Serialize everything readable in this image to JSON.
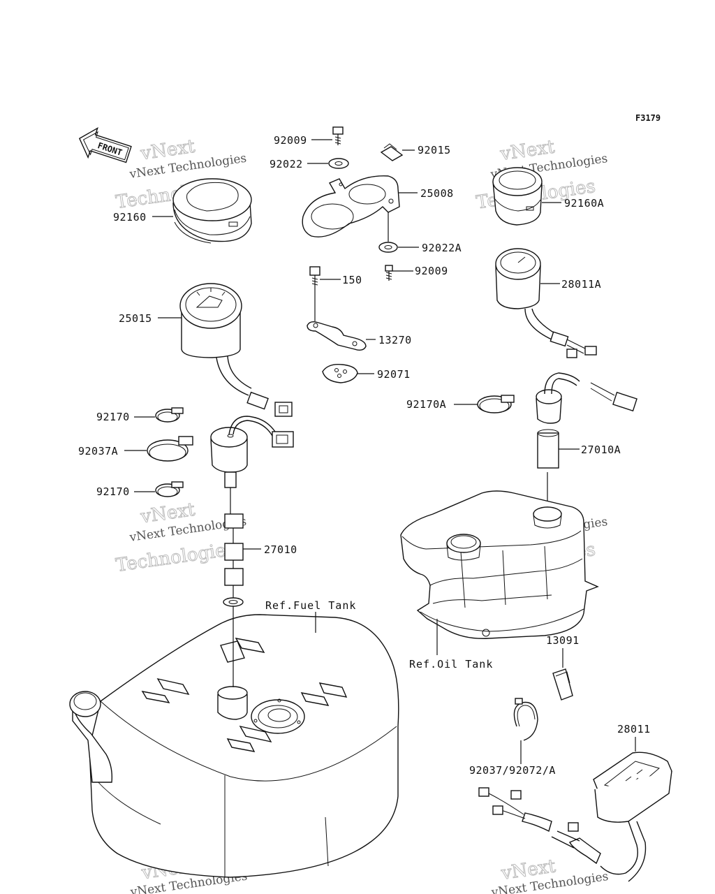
{
  "figure_code": "F3179",
  "front_label": "FRONT",
  "part_labels": [
    {
      "id": "p92009a",
      "text": "92009"
    },
    {
      "id": "p92015",
      "text": "92015"
    },
    {
      "id": "p92022",
      "text": "92022"
    },
    {
      "id": "p25008",
      "text": "25008"
    },
    {
      "id": "p92160",
      "text": "92160"
    },
    {
      "id": "p92160A",
      "text": "92160A"
    },
    {
      "id": "p92022A",
      "text": "92022A"
    },
    {
      "id": "p92009b",
      "text": "92009"
    },
    {
      "id": "p150",
      "text": "150"
    },
    {
      "id": "p28011A",
      "text": "28011A"
    },
    {
      "id": "p25015",
      "text": "25015"
    },
    {
      "id": "p13270",
      "text": "13270"
    },
    {
      "id": "p92071",
      "text": "92071"
    },
    {
      "id": "p92170a",
      "text": "92170"
    },
    {
      "id": "p92170A",
      "text": "92170A"
    },
    {
      "id": "p92037A",
      "text": "92037A"
    },
    {
      "id": "p27010A",
      "text": "27010A"
    },
    {
      "id": "p92170b",
      "text": "92170"
    },
    {
      "id": "p27010",
      "text": "27010"
    },
    {
      "id": "p13091",
      "text": "13091"
    },
    {
      "id": "p28011",
      "text": "28011"
    },
    {
      "id": "p92037",
      "text": "92037/92072/A"
    }
  ],
  "references": {
    "fuel_tank": "Ref.Fuel Tank",
    "oil_tank": "Ref.Oil Tank"
  },
  "watermark": {
    "line1": "vNext Technologies",
    "line2": "Technologies",
    "line3": "vNext"
  }
}
